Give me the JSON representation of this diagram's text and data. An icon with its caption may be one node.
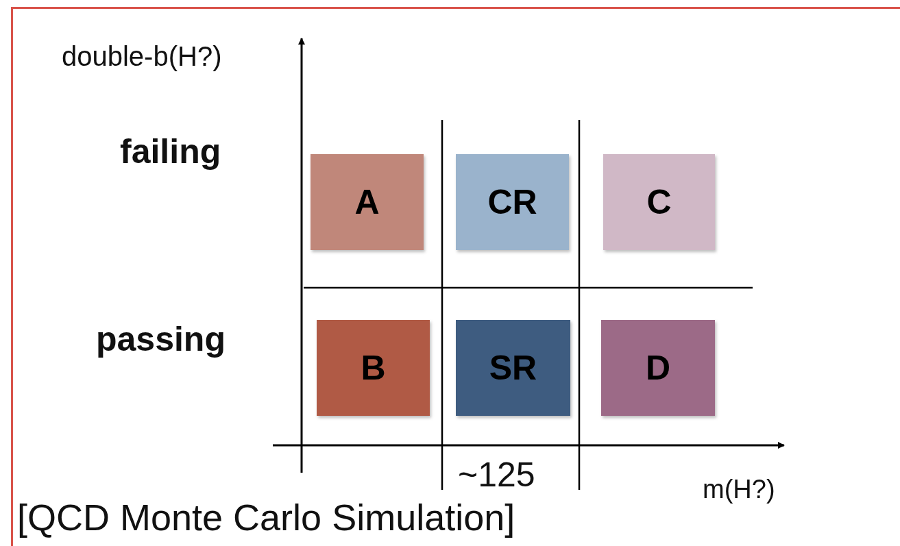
{
  "diagram": {
    "nodes": [
      {
        "text": [
          "A"
        ]
      },
      {
        "text": [
          "CR"
        ]
      },
      {
        "text": [
          "C"
        ]
      },
      {
        "text": [
          "B"
        ]
      },
      {
        "text": [
          "SR"
        ]
      },
      {
        "text": [
          "D"
        ]
      }
    ],
    "edges": [],
    "labels": [
      "double-b(H?)",
      "failing",
      "passing",
      "~125",
      "m(H?)",
      "[QCD Monte Carlo Simulation]"
    ]
  }
}
